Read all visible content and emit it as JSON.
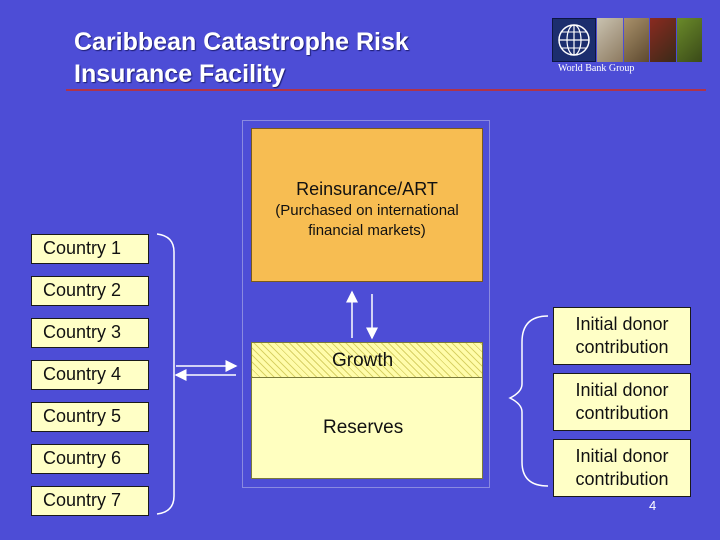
{
  "slide": {
    "title_line1": "Caribbean Catastrophe Risk",
    "title_line2": "Insurance Facility",
    "org": "World Bank Group",
    "page_number": "4"
  },
  "diagram": {
    "reinsurance": {
      "title": "Reinsurance/ART",
      "subtitle_line1": "(Purchased on international",
      "subtitle_line2": "financial markets)"
    },
    "growth": "Growth",
    "reserves": "Reserves",
    "countries": [
      "Country 1",
      "Country 2",
      "Country 3",
      "Country 4",
      "Country 5",
      "Country 6",
      "Country 7"
    ],
    "donors": [
      {
        "line1": "Initial donor",
        "line2": "contribution"
      },
      {
        "line1": "Initial donor",
        "line2": "contribution"
      },
      {
        "line1": "Initial donor",
        "line2": "contribution"
      }
    ]
  },
  "colors": {
    "background": "#4d4dd6",
    "reinsurance_fill": "#f7bd52",
    "reserves_fill": "#ffffc0",
    "label_fill": "#ffffc6",
    "rule": "#b0334a"
  }
}
